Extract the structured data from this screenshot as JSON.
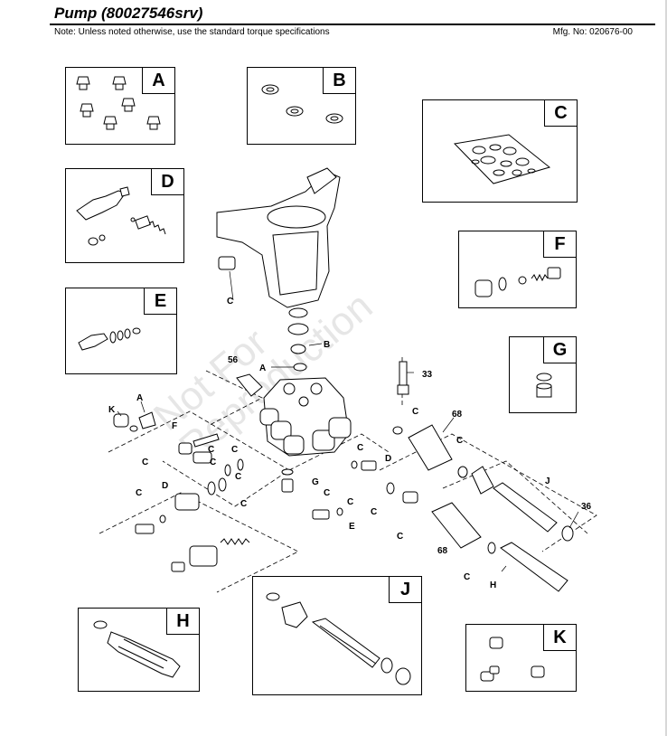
{
  "header": {
    "title": "Pump (80027546srv)",
    "note": "Note: Unless noted otherwise, use the standard torque specifications",
    "mfg_number": "Mfg. No: 020676-00"
  },
  "watermark": [
    "Not For",
    "Reproduction"
  ],
  "kits": {
    "a": "A",
    "b": "B",
    "c": "C",
    "d": "D",
    "e": "E",
    "f": "F",
    "g": "G",
    "h": "H",
    "j": "J",
    "k": "K"
  },
  "callouts": {
    "n56": "56",
    "n33": "33",
    "n68a": "68",
    "n68b": "68",
    "n36": "36",
    "k1": "K",
    "a1": "A",
    "a2": "A",
    "b1": "B",
    "f1": "F",
    "g1": "G",
    "e1": "E",
    "h1": "H",
    "j1": "J",
    "d1": "D",
    "d2": "D",
    "c1": "C",
    "c2": "C",
    "c3": "C",
    "c4": "C",
    "c5": "C",
    "c6": "C",
    "c7": "C",
    "c8": "C",
    "c9": "C",
    "c10": "C",
    "c11": "C",
    "c12": "C",
    "c13": "C",
    "c14": "C",
    "c15": "C",
    "c16": "C"
  }
}
